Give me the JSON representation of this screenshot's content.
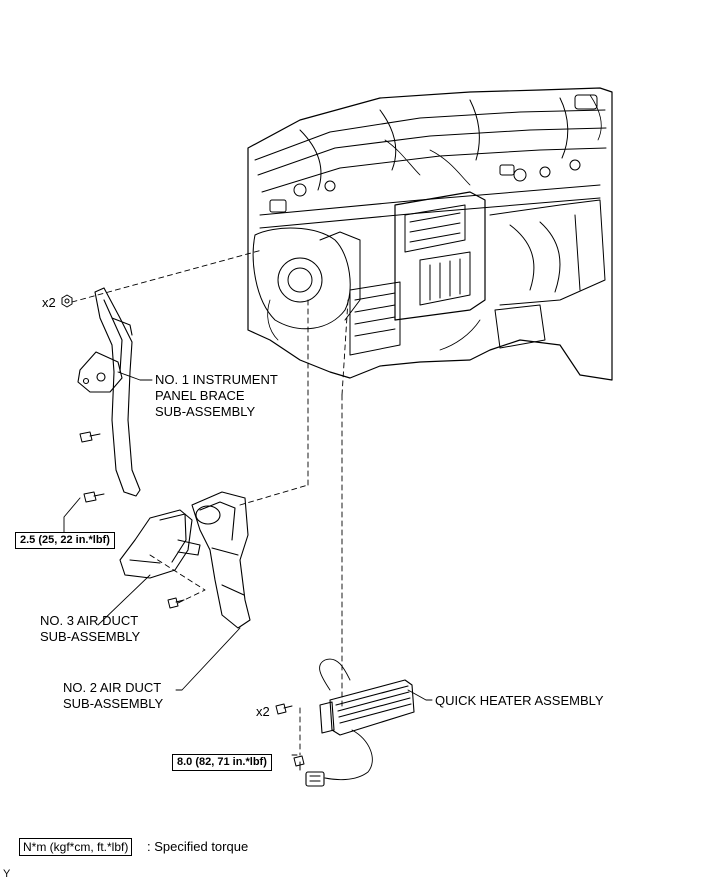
{
  "callouts": {
    "brace": [
      "NO. 1 INSTRUMENT",
      "PANEL BRACE",
      "SUB-ASSEMBLY"
    ],
    "duct3": [
      "NO. 3 AIR DUCT",
      "SUB-ASSEMBLY"
    ],
    "duct2": [
      "NO. 2 AIR DUCT",
      "SUB-ASSEMBLY"
    ],
    "heater": [
      "QUICK HEATER ASSEMBLY"
    ]
  },
  "quantities": {
    "brace_nut": "x2",
    "heater_screw": "x2"
  },
  "torques": {
    "brace_bolt": "2.5 (25, 22 in.*lbf)",
    "heater_screw": "8.0 (82, 71 in.*lbf)"
  },
  "legend": {
    "unit_box": "N*m (kgf*cm, ft.*lbf)",
    "description": ": Specified torque"
  },
  "corner_mark": "Y"
}
